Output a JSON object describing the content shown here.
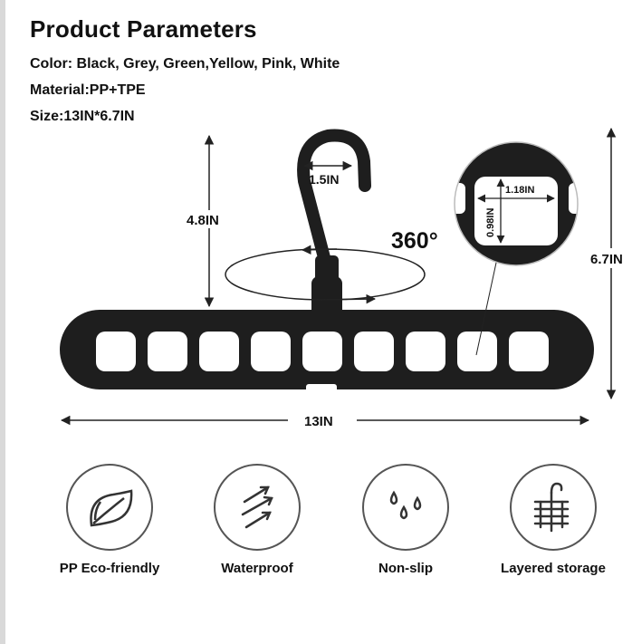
{
  "title": "Product Parameters",
  "specs": {
    "color": "Color: Black, Grey, Green,Yellow, Pink, White",
    "material": "Material:PP+TPE",
    "size": "Size:13IN*6.7IN"
  },
  "dimensions": {
    "hook": "1.5IN",
    "height": "4.8IN",
    "rotation": "360°",
    "hole_width": "1.18IN",
    "hole_height": "0.98IN",
    "total_height": "6.7IN",
    "length": "13IN"
  },
  "features": [
    {
      "label": "PP Eco-friendly",
      "icon": "leaf-icon"
    },
    {
      "label": "Waterproof",
      "icon": "waterproof-arrows-icon"
    },
    {
      "label": "Non-slip",
      "icon": "droplets-icon"
    },
    {
      "label": "Layered storage",
      "icon": "layered-hanger-icon"
    }
  ],
  "colors": {
    "product": "#1e1e1e",
    "text": "#111111",
    "line": "#222222"
  }
}
